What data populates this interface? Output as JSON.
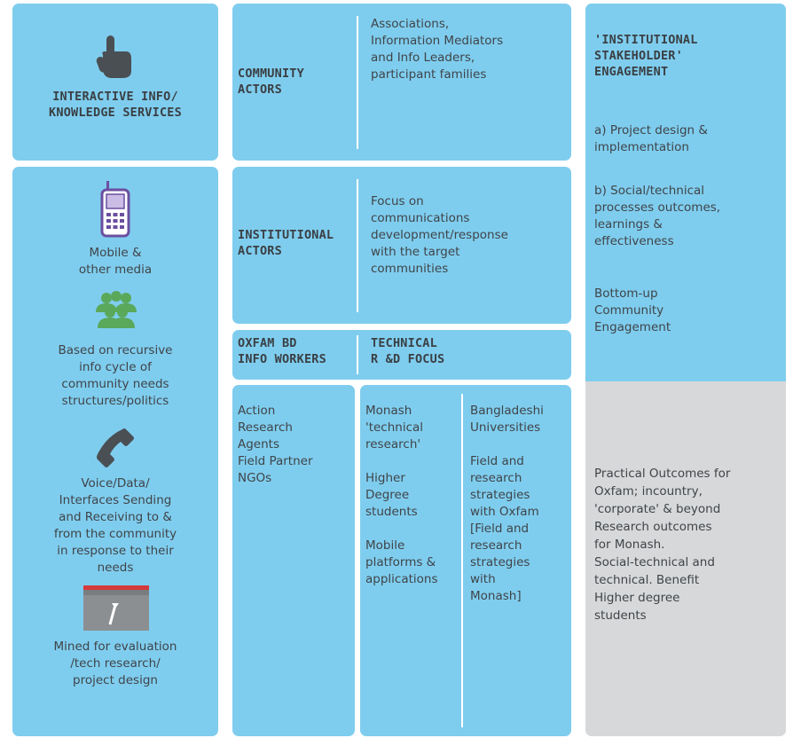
{
  "left": {
    "top_title": "INTERACTIVE INFO/\nKNOWLEDGE SERVICES",
    "mobile_label": "Mobile &\nother media",
    "recursive_label": "Based on recursive\ninfo cycle of\ncommunity needs\nstructures/politics",
    "voice_label": "Voice/Data/\nInterfaces Sending\nand Receiving to &\nfrom the community\nin response to their\nneeds",
    "mined_label": "Mined for evaluation\n/tech research/\nproject design"
  },
  "community": {
    "title": "COMMUNITY\nACTORS",
    "text": "Associations,\nInformation Mediators\nand Info Leaders,\nparticipant families"
  },
  "institutional": {
    "title": "INSTITUTIONAL\nACTORS",
    "text": "Focus on\ncommunications\ndevelopment/response\nwith the target\ncommunities"
  },
  "oxfam": {
    "title": "OXFAM BD\nINFO WORKERS",
    "technical": "TECHNICAL\nR &D FOCUS"
  },
  "bottom": {
    "col1": "Action\nResearch\nAgents\nField Partner\nNGOs",
    "col2": "Monash\n'technical\nresearch'\n\nHigher\nDegree\nstudents\n\nMobile\nplatforms &\napplications",
    "col3": "Bangladeshi\nUniversities\n\nField and\nresearch\nstrategies\nwith Oxfam\n[Field and\nresearch\nstrategies\nwith\nMonash]"
  },
  "right": {
    "title": "'INSTITUTIONAL\nSTAKEHOLDER'\nENGAGEMENT",
    "item_a": "a) Project design &\nimplementation",
    "item_b": "b) Social/technical\nprocesses outcomes,\nlearnings &\neffectiveness",
    "bottom_up": "Bottom-up\nCommunity\nEngagement",
    "outcomes": "Practical Outcomes for\nOxfam; incountry,\n'corporate' & beyond\nResearch outcomes\nfor Monash.\nSocial-technical and\ntechnical. Benefit\nHigher degree\nstudents"
  },
  "colors": {
    "panel_blue": "#7fcdee",
    "panel_grey": "#d7d8d9",
    "icon_dark": "#4a4f54",
    "icon_green": "#5aa85a",
    "icon_purple": "#6b4fa0"
  },
  "icons": [
    "pointing-hand-icon",
    "mobile-phone-icon",
    "community-group-icon",
    "telephone-handset-icon",
    "toolbox-icon"
  ]
}
